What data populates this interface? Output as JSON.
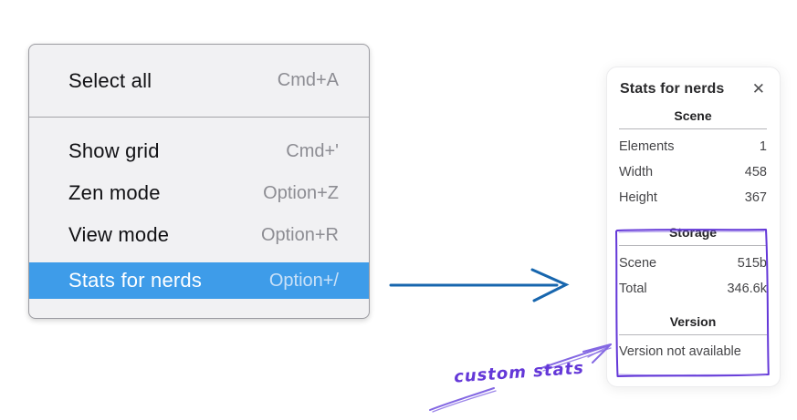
{
  "context_menu": {
    "sections": [
      {
        "items": [
          {
            "label": "Select all",
            "shortcut": "Cmd+A",
            "selected": false
          }
        ]
      },
      {
        "items": [
          {
            "label": "Show grid",
            "shortcut": "Cmd+'",
            "selected": false
          },
          {
            "label": "Zen mode",
            "shortcut": "Option+Z",
            "selected": false
          },
          {
            "label": "View mode",
            "shortcut": "Option+R",
            "selected": false
          },
          {
            "label": "Stats for nerds",
            "shortcut": "Option+/",
            "selected": true
          }
        ]
      }
    ]
  },
  "stats_panel": {
    "title": "Stats for nerds",
    "close_icon": "✕",
    "scene_section": {
      "heading": "Scene",
      "rows": [
        {
          "label": "Elements",
          "value": "1"
        },
        {
          "label": "Width",
          "value": "458"
        },
        {
          "label": "Height",
          "value": "367"
        }
      ]
    },
    "storage_section": {
      "heading": "Storage",
      "rows": [
        {
          "label": "Scene",
          "value": "515b"
        },
        {
          "label": "Total",
          "value": "346.6k"
        }
      ]
    },
    "version_section": {
      "heading": "Version",
      "note": "Version not available"
    }
  },
  "annotation": {
    "label": "custom stats"
  },
  "colors": {
    "menu_background": "#f1f1f3",
    "menu_border": "#9b9ba1",
    "selected_item_background": "#3e9ce9",
    "selected_item_text": "#ffffff",
    "shortcut_text": "#8d8d93",
    "pointer_arrow_blue": "#1766ae",
    "sketch_purple": "#6438d8",
    "sketch_purple_light": "#8468e3"
  }
}
